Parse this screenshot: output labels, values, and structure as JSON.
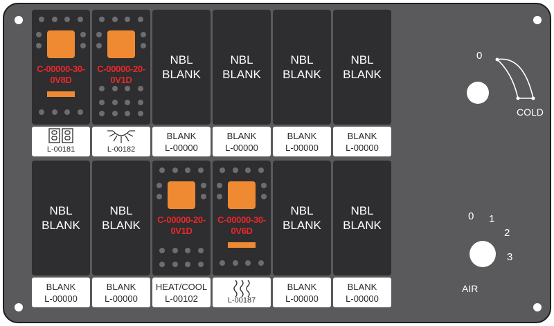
{
  "switches_top": [
    {
      "type": "rocker",
      "code_line1": "C-00000-30-",
      "code_line2": "0V8D",
      "label_icon": "dual-outlet-icon",
      "label_code": "L-00181"
    },
    {
      "type": "rocker",
      "code_line1": "C-00000-20-",
      "code_line2": "0V1D",
      "label_icon": "light-icon",
      "label_code": "L-00182"
    },
    {
      "type": "blank",
      "nbl_line1": "NBL",
      "nbl_line2": "BLANK",
      "label_text": "BLANK",
      "label_code": "L-00000"
    },
    {
      "type": "blank",
      "nbl_line1": "NBL",
      "nbl_line2": "BLANK",
      "label_text": "BLANK",
      "label_code": "L-00000"
    },
    {
      "type": "blank",
      "nbl_line1": "NBL",
      "nbl_line2": "BLANK",
      "label_text": "BLANK",
      "label_code": "L-00000"
    },
    {
      "type": "blank",
      "nbl_line1": "NBL",
      "nbl_line2": "BLANK",
      "label_text": "BLANK",
      "label_code": "L-00000"
    }
  ],
  "switches_bottom": [
    {
      "type": "blank",
      "nbl_line1": "NBL",
      "nbl_line2": "BLANK",
      "label_text": "BLANK",
      "label_code": "L-00000"
    },
    {
      "type": "blank",
      "nbl_line1": "NBL",
      "nbl_line2": "BLANK",
      "label_text": "BLANK",
      "label_code": "L-00000"
    },
    {
      "type": "rocker",
      "code_line1": "C-00000-20-",
      "code_line2": "0V1D",
      "label_text": "HEAT/COOL",
      "label_code": "L-00102"
    },
    {
      "type": "rocker",
      "code_line1": "C-00000-30-",
      "code_line2": "0V6D",
      "label_icon": "heat-waves-icon",
      "label_code": "L-00187"
    },
    {
      "type": "blank",
      "nbl_line1": "NBL",
      "nbl_line2": "BLANK",
      "label_text": "BLANK",
      "label_code": "L-00000"
    },
    {
      "type": "blank",
      "nbl_line1": "NBL",
      "nbl_line2": "BLANK",
      "label_text": "BLANK",
      "label_code": "L-00000"
    }
  ],
  "temp_knob": {
    "zero": "0",
    "label": "COLD"
  },
  "air_knob": {
    "positions": [
      "0",
      "1",
      "2",
      "3"
    ],
    "label": "AIR"
  },
  "colors": {
    "panel": "#5a5a5c",
    "switch": "#2e2d2f",
    "rocker": "#f08a32",
    "part_code": "#e8292a"
  }
}
